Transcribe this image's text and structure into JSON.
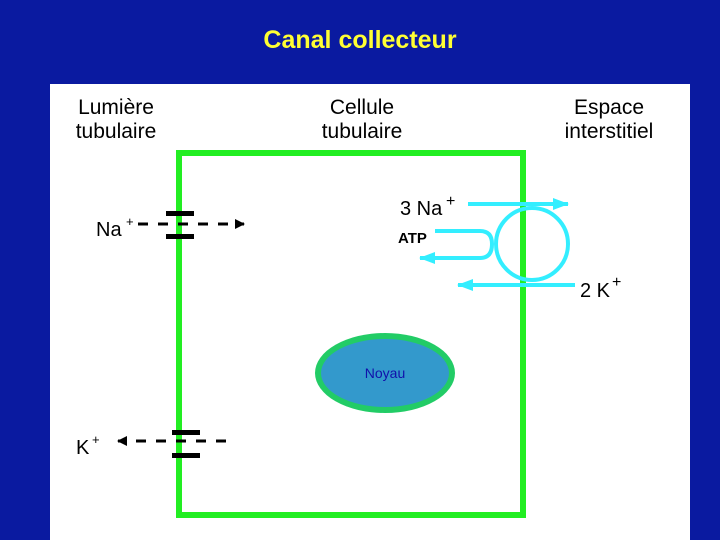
{
  "title": "Canal collecteur",
  "columns": {
    "lumen": [
      "Lumière",
      "tubulaire"
    ],
    "cell": [
      "Cellule",
      "tubulaire"
    ],
    "interstitial": [
      "Espace",
      "interstitiel"
    ]
  },
  "ions": {
    "na_lumen": "Na",
    "k_lumen": "K",
    "na_pump": "3 Na",
    "k_pump": "2 K",
    "plus": "+"
  },
  "pump_energy": "ATP",
  "nucleus": "Noyau",
  "colors": {
    "background": "#0a1aa0",
    "title": "#ffff33",
    "cell_membrane": "#22ee22",
    "pump": "#33eeff",
    "nucleus_outer": "#22cc66",
    "nucleus_inner": "#3399cc",
    "nucleus_text": "#1111aa",
    "channel": "#000000"
  }
}
